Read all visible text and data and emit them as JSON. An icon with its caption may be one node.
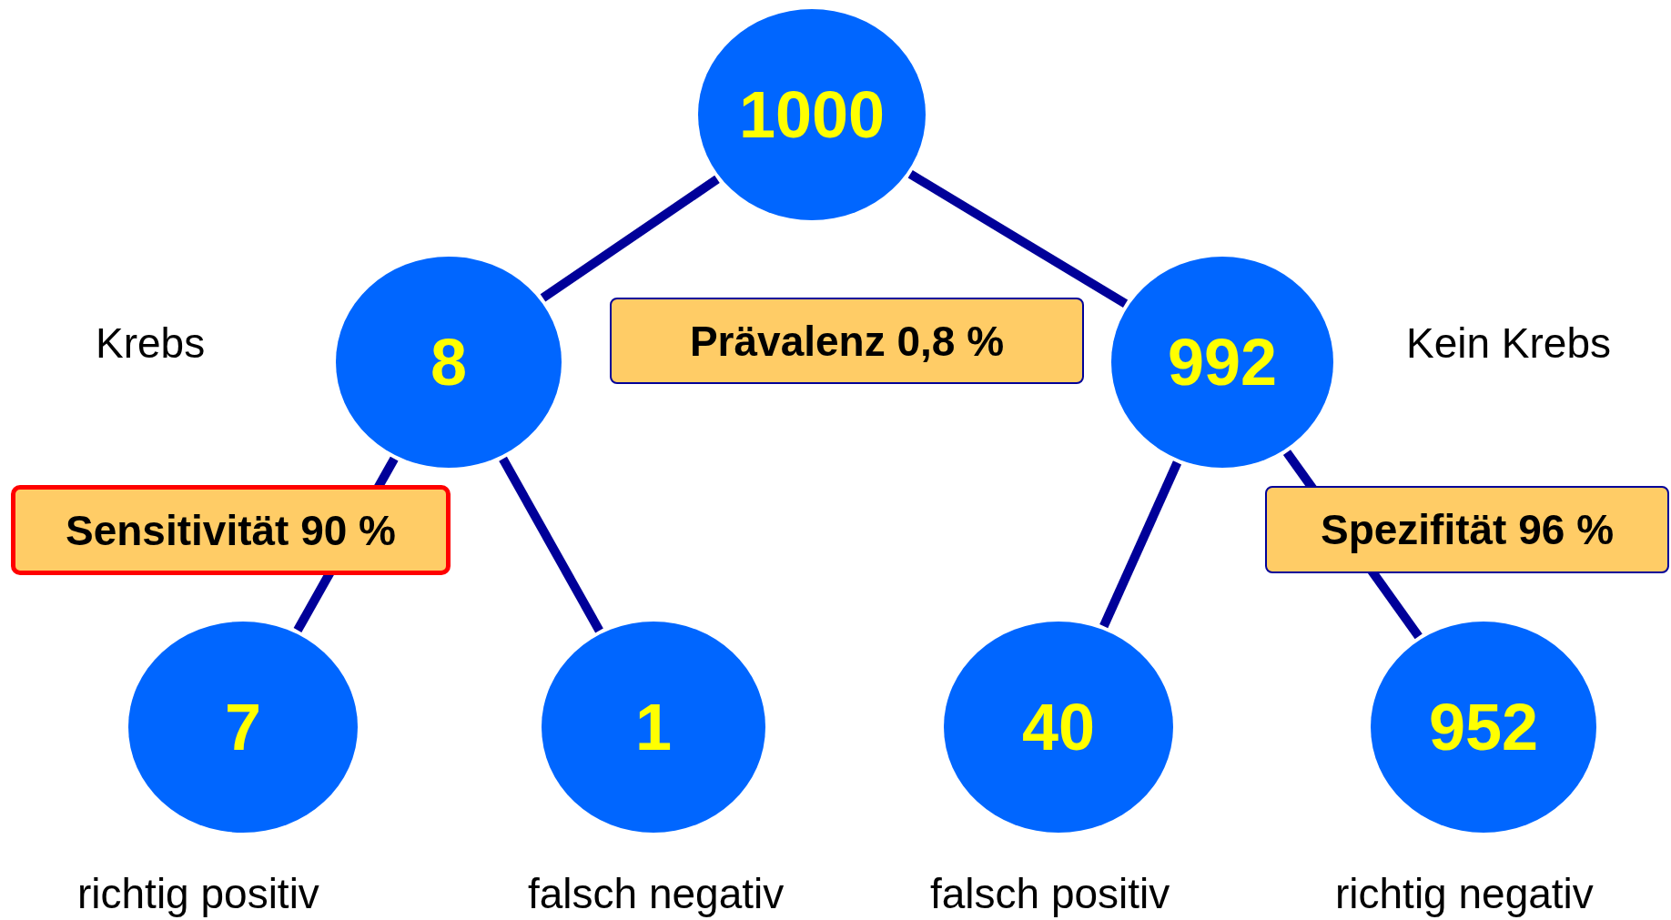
{
  "diagram": {
    "nodes": [
      {
        "text": [
          "1000"
        ]
      },
      {
        "text": [
          "8"
        ],
        "beside": [
          "Krebs"
        ]
      },
      {
        "text": [
          "992"
        ],
        "beside": [
          "Kein Krebs"
        ]
      },
      {
        "text": [
          "7"
        ],
        "beside": [
          "richtig positiv"
        ]
      },
      {
        "text": [
          "1"
        ],
        "beside": [
          "falsch negativ"
        ]
      },
      {
        "text": [
          "40"
        ],
        "beside": [
          "falsch positiv"
        ]
      },
      {
        "text": [
          "952"
        ],
        "beside": [
          "richtig negativ"
        ]
      },
      {
        "text": [
          "Prävalenz 0,8 %"
        ]
      }
    ],
    "edges": [
      {
        "from": 0,
        "to": 1,
        "arrow": "none"
      },
      {
        "from": 0,
        "to": 2,
        "arrow": "none"
      },
      {
        "from": 1,
        "to": 3,
        "arrow": "none",
        "label": "Sensitivität 90 %"
      },
      {
        "from": 1,
        "to": 4,
        "arrow": "none"
      },
      {
        "from": 2,
        "to": 5,
        "arrow": "none"
      },
      {
        "from": 2,
        "to": 6,
        "arrow": "none",
        "label": "Spezifität 96 %"
      }
    ]
  }
}
